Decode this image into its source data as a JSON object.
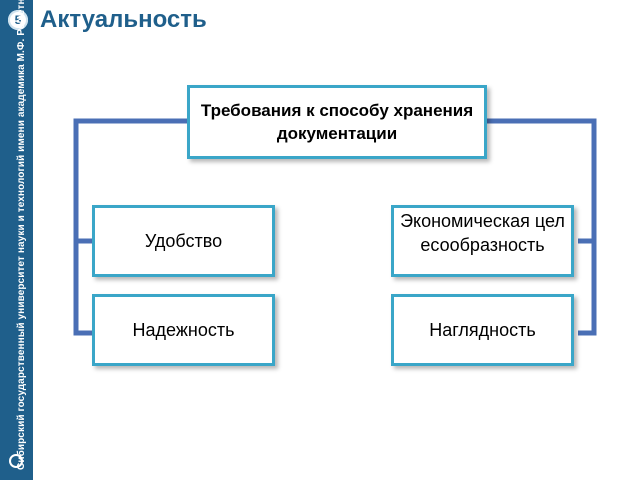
{
  "slide": {
    "title": "Актуальность",
    "page_number": "5",
    "sidebar_text": "Сибирский государственный университет науки и технологий имени академика М.Ф. Решетнева"
  },
  "diagram": {
    "root": "Требования к способу хранения документации",
    "left": [
      "Удобство",
      "Надежность"
    ],
    "right": [
      "Экономическая целесообразность",
      "Наглядность"
    ]
  },
  "colors": {
    "sidebar": "#1f5f8b",
    "box_border": "#3aa6c8",
    "connector": "#4a6fb5",
    "title": "#1f5f8b"
  }
}
